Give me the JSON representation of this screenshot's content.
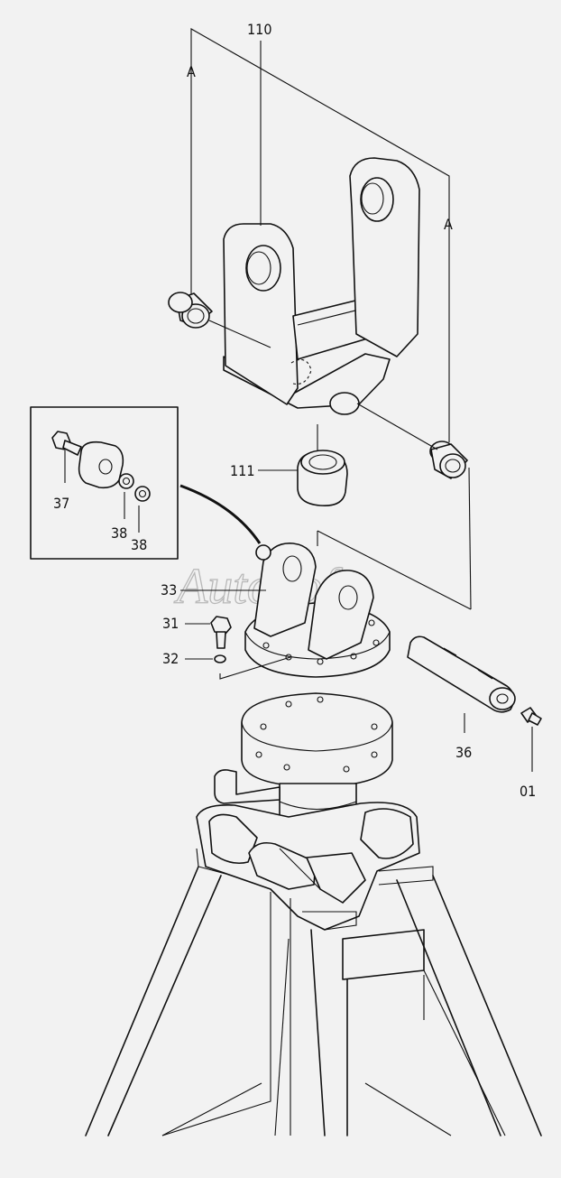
{
  "labels": {
    "part_110": "110",
    "part_111": "111",
    "part_33": "33",
    "part_31": "31",
    "part_32": "32",
    "part_36": "36",
    "part_01": "01",
    "part_37": "37",
    "part_38a": "38",
    "part_38b": "38",
    "ref_a_left": "A",
    "ref_a_right": "A"
  },
  "watermark": "AutoSoft"
}
